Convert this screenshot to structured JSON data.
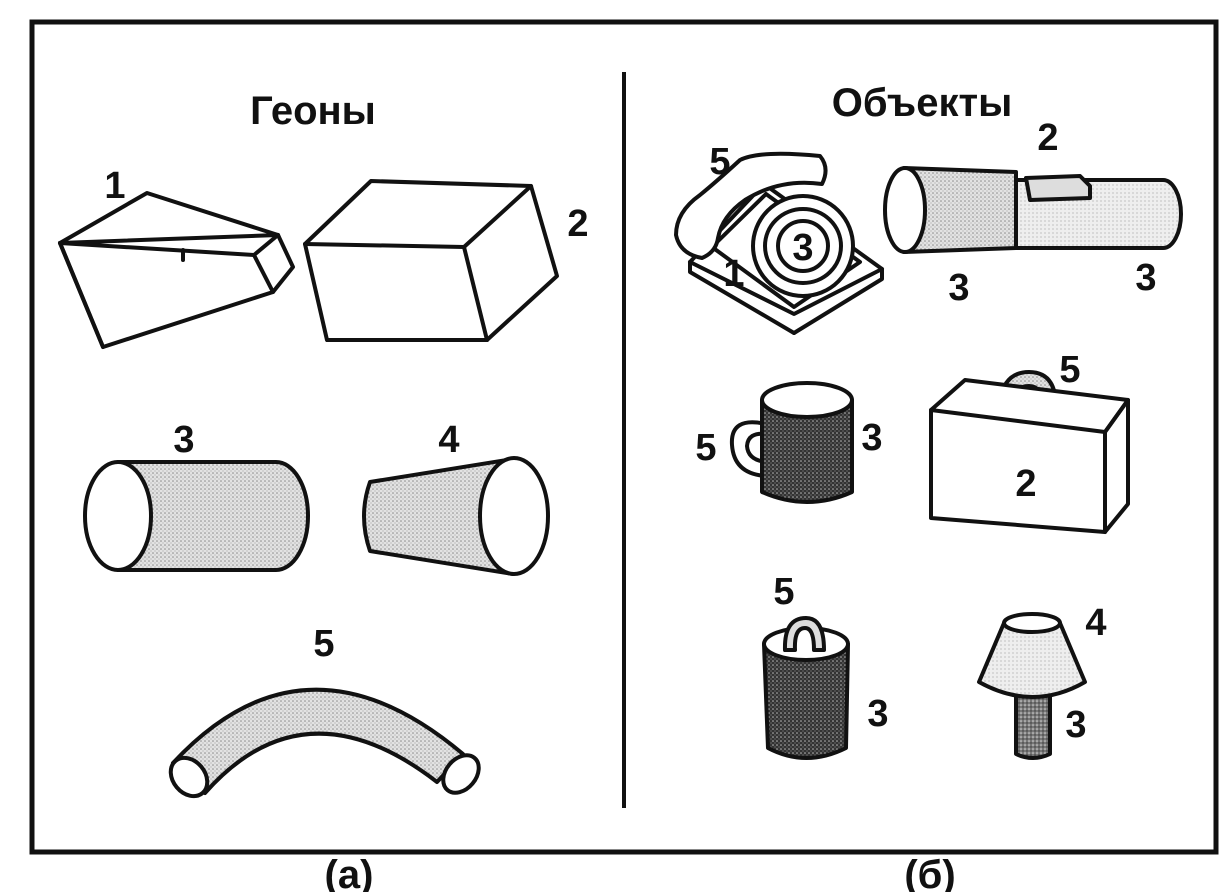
{
  "panel_a": {
    "title": "Геоны",
    "caption": "(а)",
    "labels": {
      "geon1": "1",
      "geon2": "2",
      "geon3": "3",
      "geon4": "4",
      "geon5": "5"
    }
  },
  "panel_b": {
    "title": "Объекты",
    "caption": "(б)",
    "phone": {
      "handset": "5",
      "dial": "3",
      "base": "1"
    },
    "flashlight": {
      "switch": "2",
      "body_left": "3",
      "body_right": "3"
    },
    "mug": {
      "handle": "5",
      "body": "3"
    },
    "briefcase": {
      "handle": "5",
      "body": "2"
    },
    "bucket": {
      "handle": "5",
      "body": "3"
    },
    "lamp": {
      "shade": "4",
      "stand": "3"
    }
  }
}
